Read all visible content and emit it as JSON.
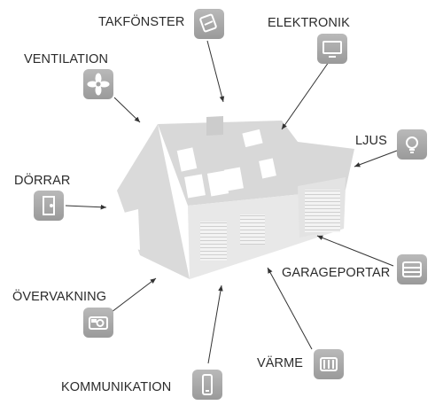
{
  "labels": {
    "takfonster": "TAKFÖNSTER",
    "elektronik": "ELEKTRONIK",
    "ventilation": "VENTILATION",
    "ljus": "LJUS",
    "dorrar": "DÖRRAR",
    "garageportar": "GARAGEPORTAR",
    "overvakning": "ÖVERVAKNING",
    "varme": "VÄRME",
    "kommunikation": "KOMMUNIKATION"
  },
  "icons": {
    "takfonster": "roof-window-icon",
    "elektronik": "monitor-icon",
    "ventilation": "fan-icon",
    "ljus": "light-bulb-icon",
    "dorrar": "door-icon",
    "garageportar": "garage-door-icon",
    "overvakning": "camera-icon",
    "varme": "radiator-icon",
    "kommunikation": "phone-icon"
  },
  "colors": {
    "tile": "#a8a8a8",
    "house_front": "#e6e6e6",
    "house_roof": "#d9d9d9",
    "text": "#2b2b2b",
    "arrow": "#333333"
  }
}
